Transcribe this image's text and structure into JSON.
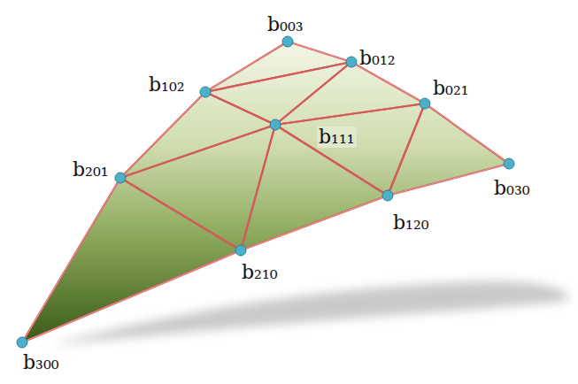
{
  "diagram": {
    "labels": [
      "b₀₀₃",
      "b₀₁₂",
      "b₁₀₂",
      "b₀₂₁",
      "b₁₁₁",
      "b₂₀₁",
      "b₀₃₀",
      "b₁₂₀",
      "b₂₁₀",
      "b₃₀₀"
    ]
  }
}
